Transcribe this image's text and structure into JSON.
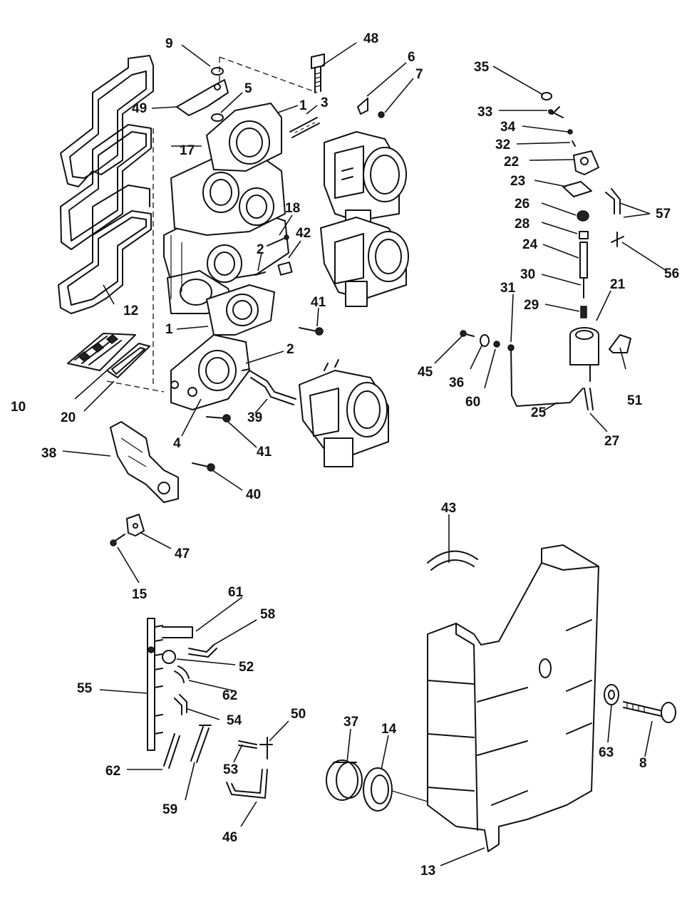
{
  "callouts": {
    "p1a": "1",
    "p1b": "1",
    "p2a": "2",
    "p2b": "2",
    "p3": "3",
    "p4": "4",
    "p5": "5",
    "p6": "6",
    "p7": "7",
    "p8": "8",
    "p9": "9",
    "p10": "10",
    "p12": "12",
    "p13": "13",
    "p14": "14",
    "p15": "15",
    "p17": "17",
    "p18": "18",
    "p20": "20",
    "p21": "21",
    "p22": "22",
    "p23": "23",
    "p24": "24",
    "p25": "25",
    "p26": "26",
    "p27": "27",
    "p28": "28",
    "p29": "29",
    "p30": "30",
    "p31": "31",
    "p32": "32",
    "p33": "33",
    "p34": "34",
    "p35": "35",
    "p36": "36",
    "p37": "37",
    "p38": "38",
    "p39": "39",
    "p40": "40",
    "p41a": "41",
    "p41b": "41",
    "p42": "42",
    "p43": "43",
    "p45": "45",
    "p46": "46",
    "p47": "47",
    "p48": "48",
    "p49": "49",
    "p50": "50",
    "p51": "51",
    "p52": "52",
    "p53": "53",
    "p54": "54",
    "p55": "55",
    "p56": "56",
    "p57": "57",
    "p58": "58",
    "p59": "59",
    "p60": "60",
    "p61": "61",
    "p62a": "62",
    "p62b": "62",
    "p63": "63"
  }
}
